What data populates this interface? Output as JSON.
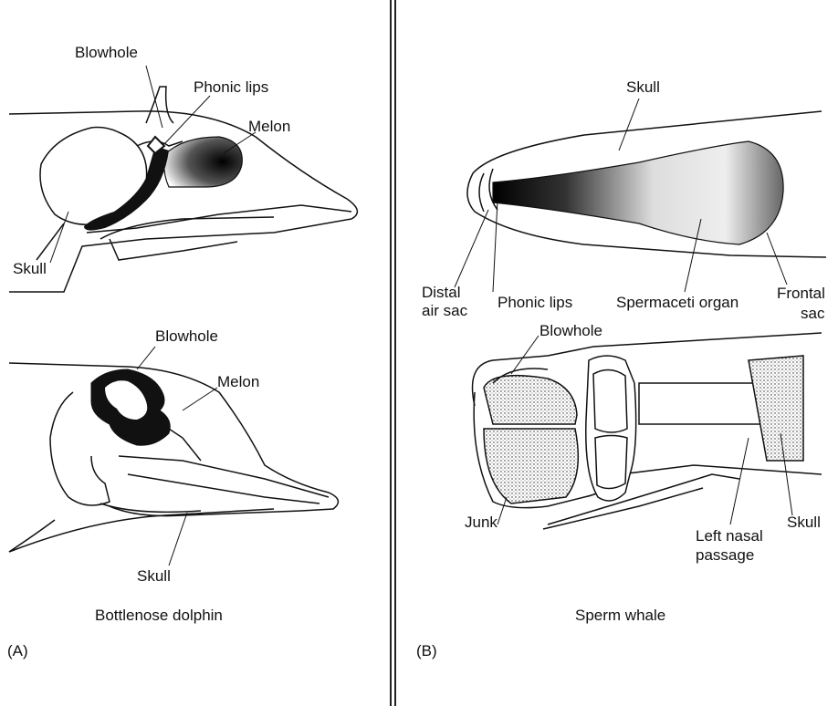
{
  "panel_a": {
    "letter": "(A)",
    "caption": "Bottlenose dolphin",
    "top_labels": {
      "blowhole": "Blowhole",
      "phonic_lips": "Phonic lips",
      "melon": "Melon",
      "skull": "Skull"
    },
    "bottom_labels": {
      "blowhole": "Blowhole",
      "melon": "Melon",
      "skull": "Skull"
    }
  },
  "panel_b": {
    "letter": "(B)",
    "caption": "Sperm whale",
    "top_labels": {
      "skull": "Skull",
      "distal_air_sac_line1": "Distal",
      "distal_air_sac_line2": "air sac",
      "phonic_lips": "Phonic lips",
      "spermaceti_organ": "Spermaceti organ",
      "frontal_sac_line1": "Frontal",
      "frontal_sac_line2": "sac"
    },
    "bottom_labels": {
      "blowhole": "Blowhole",
      "junk": "Junk",
      "left_nasal_passage_line1": "Left nasal",
      "left_nasal_passage_line2": "passage",
      "skull": "Skull"
    }
  }
}
